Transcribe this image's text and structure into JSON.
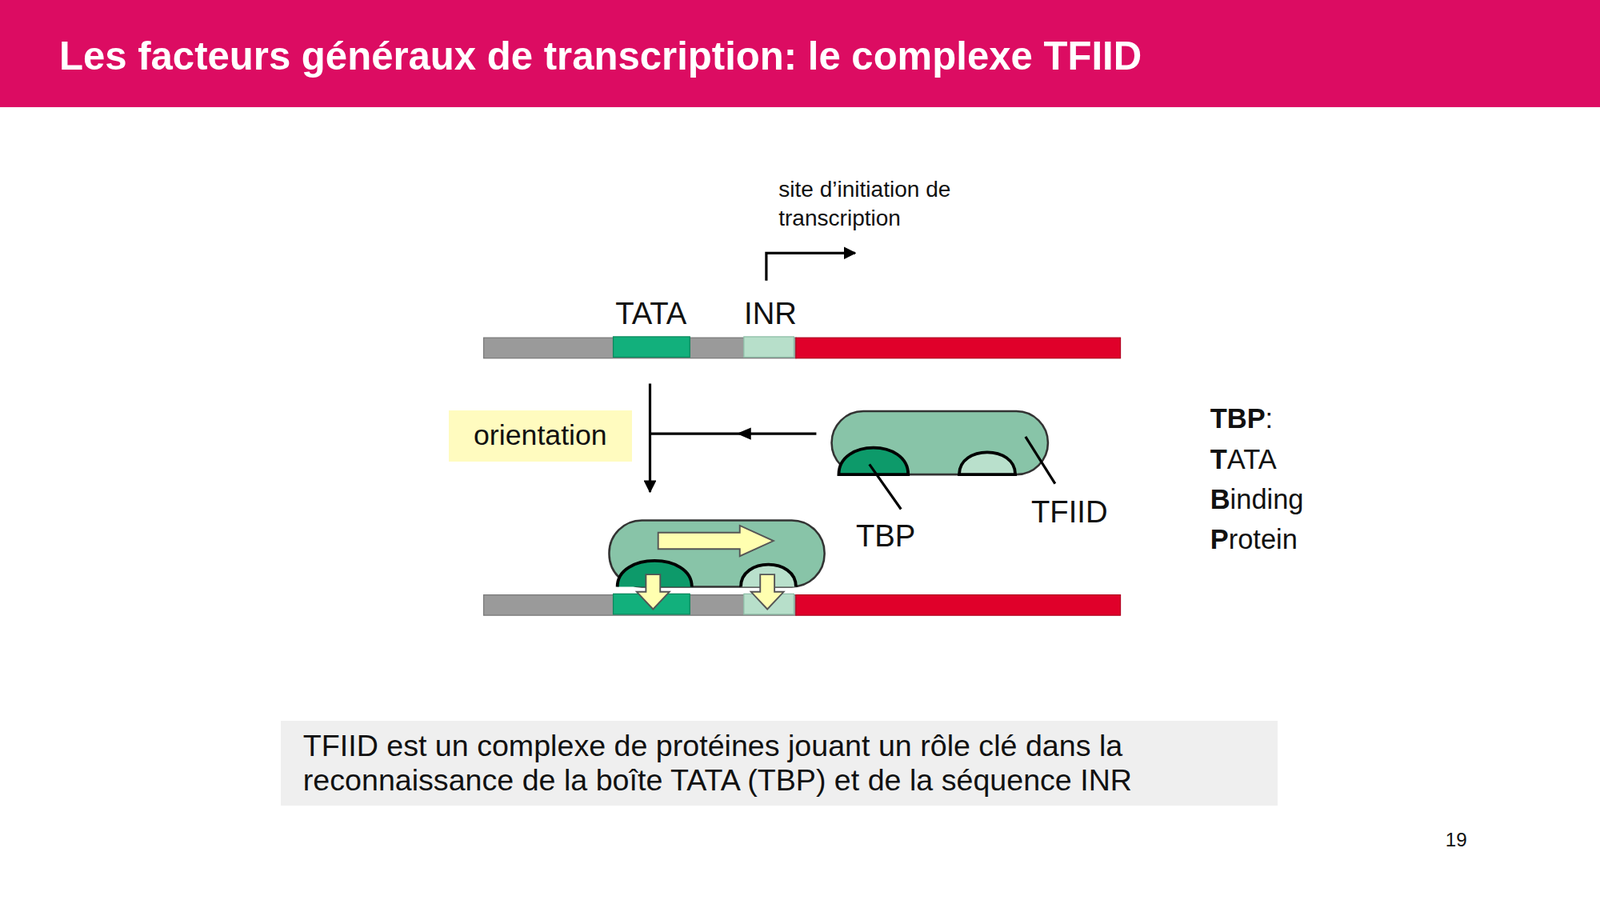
{
  "diagram": {
    "title": "Les facteurs généraux de transcription: le complexe TFIID",
    "caption": "TFIID est un complexe de protéines jouant un rôle clé dans la reconnaissance de la boîte TATA (TBP) et de la séquence INR",
    "nodes": [
      {
        "text": [
          "orientation"
        ]
      }
    ],
    "labels": [
      "site d’initiation de transcription",
      "TATA",
      "INR",
      "TBP",
      "TFIID",
      "TBP:",
      "TATA",
      "Binding",
      "Protein",
      "19"
    ]
  }
}
